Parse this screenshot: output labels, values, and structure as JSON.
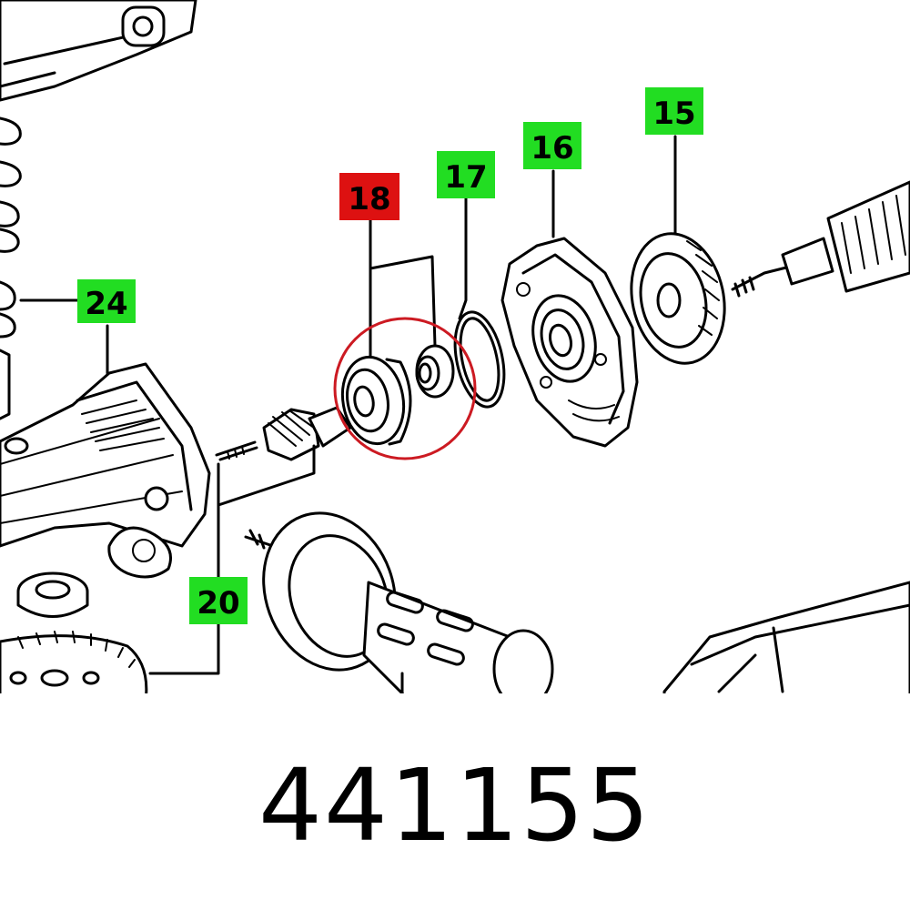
{
  "part_number": "441155",
  "callouts": [
    {
      "id": "callout-24",
      "label": "24",
      "highlighted": false
    },
    {
      "id": "callout-18",
      "label": "18",
      "highlighted": true
    },
    {
      "id": "callout-17",
      "label": "17",
      "highlighted": false
    },
    {
      "id": "callout-16",
      "label": "16",
      "highlighted": false
    },
    {
      "id": "callout-15",
      "label": "15",
      "highlighted": false
    },
    {
      "id": "callout-20",
      "label": "20",
      "highlighted": false
    }
  ],
  "colors": {
    "callout_green": "#22dd22",
    "callout_red": "#dd1111",
    "highlight_circle": "#cc1a22",
    "line": "#000000",
    "background": "#ffffff"
  }
}
